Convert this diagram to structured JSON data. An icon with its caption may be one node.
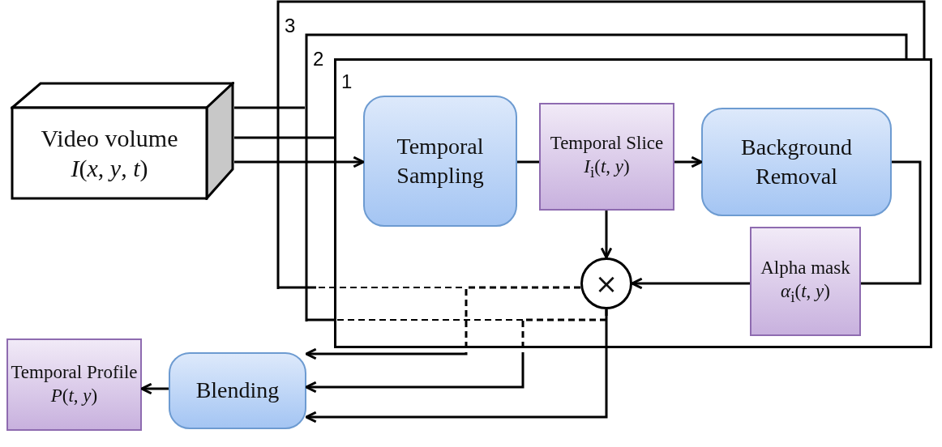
{
  "diagram": {
    "nodes": [
      {
        "text": [
          "1"
        ]
      },
      {
        "text": [
          "Video volume",
          "*I*(*x*, *y*, *t*)"
        ]
      },
      {
        "text": [
          "Temporal Sampling"
        ],
        "in": 0
      },
      {
        "text": [
          "Temporal Slice",
          "*I*$_{i}$(*t*, *y*)"
        ],
        "in": 0
      },
      {
        "text": [
          "Background Removal"
        ],
        "in": 0
      },
      {
        "text": [
          "×"
        ],
        "in": 0
      },
      {
        "text": [
          "Alpha mask",
          "*α*$_{i}$(*t*, *y*)"
        ],
        "in": 0
      },
      {
        "text": [
          "Blending"
        ]
      },
      {
        "text": [
          "Temporal Profile",
          "*P*(*t*, *y*)"
        ]
      }
    ],
    "edges": [
      {
        "from": 1,
        "to": null,
        "arrow": "none"
      },
      {
        "from": 1,
        "to": 0,
        "arrow": "none"
      },
      {
        "from": 1,
        "to": 2,
        "arrow": "to"
      },
      {
        "from": 2,
        "to": 3,
        "arrow": "none"
      },
      {
        "from": 3,
        "to": 4,
        "arrow": "to"
      },
      {
        "from": 3,
        "to": 5,
        "arrow": "to"
      },
      {
        "from": 4,
        "to": 6,
        "arrow": "none"
      },
      {
        "from": 6,
        "to": 5,
        "arrow": "to"
      },
      {
        "from": 5,
        "to": 7,
        "arrow": "to"
      },
      {
        "from": 5,
        "to": 7,
        "arrow": "to",
        "style": "dashed"
      },
      {
        "from": 5,
        "to": 7,
        "arrow": "to",
        "style": "dashed"
      },
      {
        "from": 7,
        "to": 8,
        "arrow": "to"
      }
    ],
    "labels": [
      "3",
      "2"
    ]
  }
}
